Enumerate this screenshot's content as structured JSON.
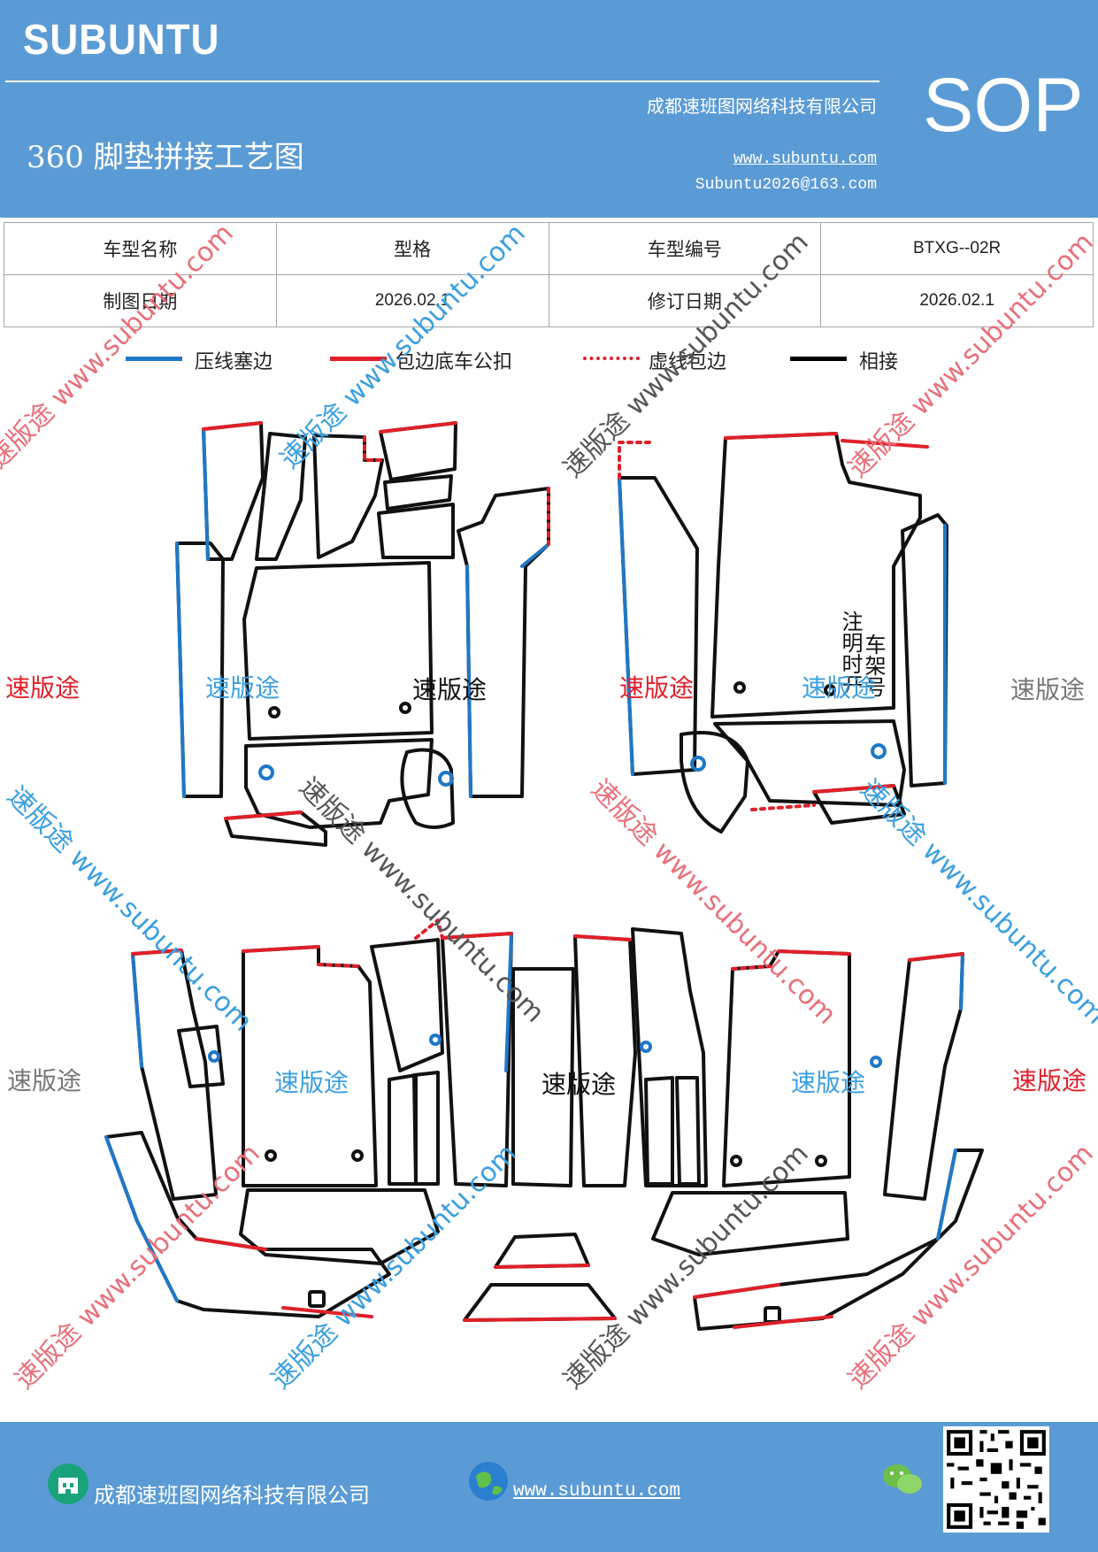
{
  "header": {
    "brand": "SUBUNTU",
    "company": "成都速班图网络科技有限公司",
    "title": "360 脚垫拼接工艺图",
    "url": "www.subuntu.com",
    "email": "Subuntu2026@163.com",
    "badge": "SOP",
    "bg_color": "#5b9bd5"
  },
  "info_table": {
    "rows": [
      [
        "车型名称",
        "型格",
        "车型编号",
        "BTXG--02R"
      ],
      [
        "制图日期",
        "2026.02.1",
        "修订日期",
        "2026.02.1"
      ]
    ]
  },
  "legend": [
    {
      "label": "压线塞边",
      "color": "#1f78c8",
      "style": "solid"
    },
    {
      "label": "包边底车公扣",
      "color": "#e0202a",
      "style": "solid"
    },
    {
      "label": "虚线包边",
      "color": "#e0202a",
      "style": "dotted"
    },
    {
      "label": "相接",
      "color": "#000000",
      "style": "solid"
    }
  ],
  "watermarks": {
    "diagonal_red": "速版途 www.subuntu.com",
    "diagonal_gray": "速版途 www.subuntu.com",
    "diagonal_blue": "速版途 www.subuntu.com",
    "word": "速版途"
  },
  "note": {
    "col1": "注明时开",
    "col2": "车架号"
  },
  "footer": {
    "company": "成都速班图网络科技有限公司",
    "url": "www.subuntu.com",
    "icons": [
      "building-icon",
      "globe-icon",
      "wechat-icon",
      "qr-code"
    ]
  }
}
